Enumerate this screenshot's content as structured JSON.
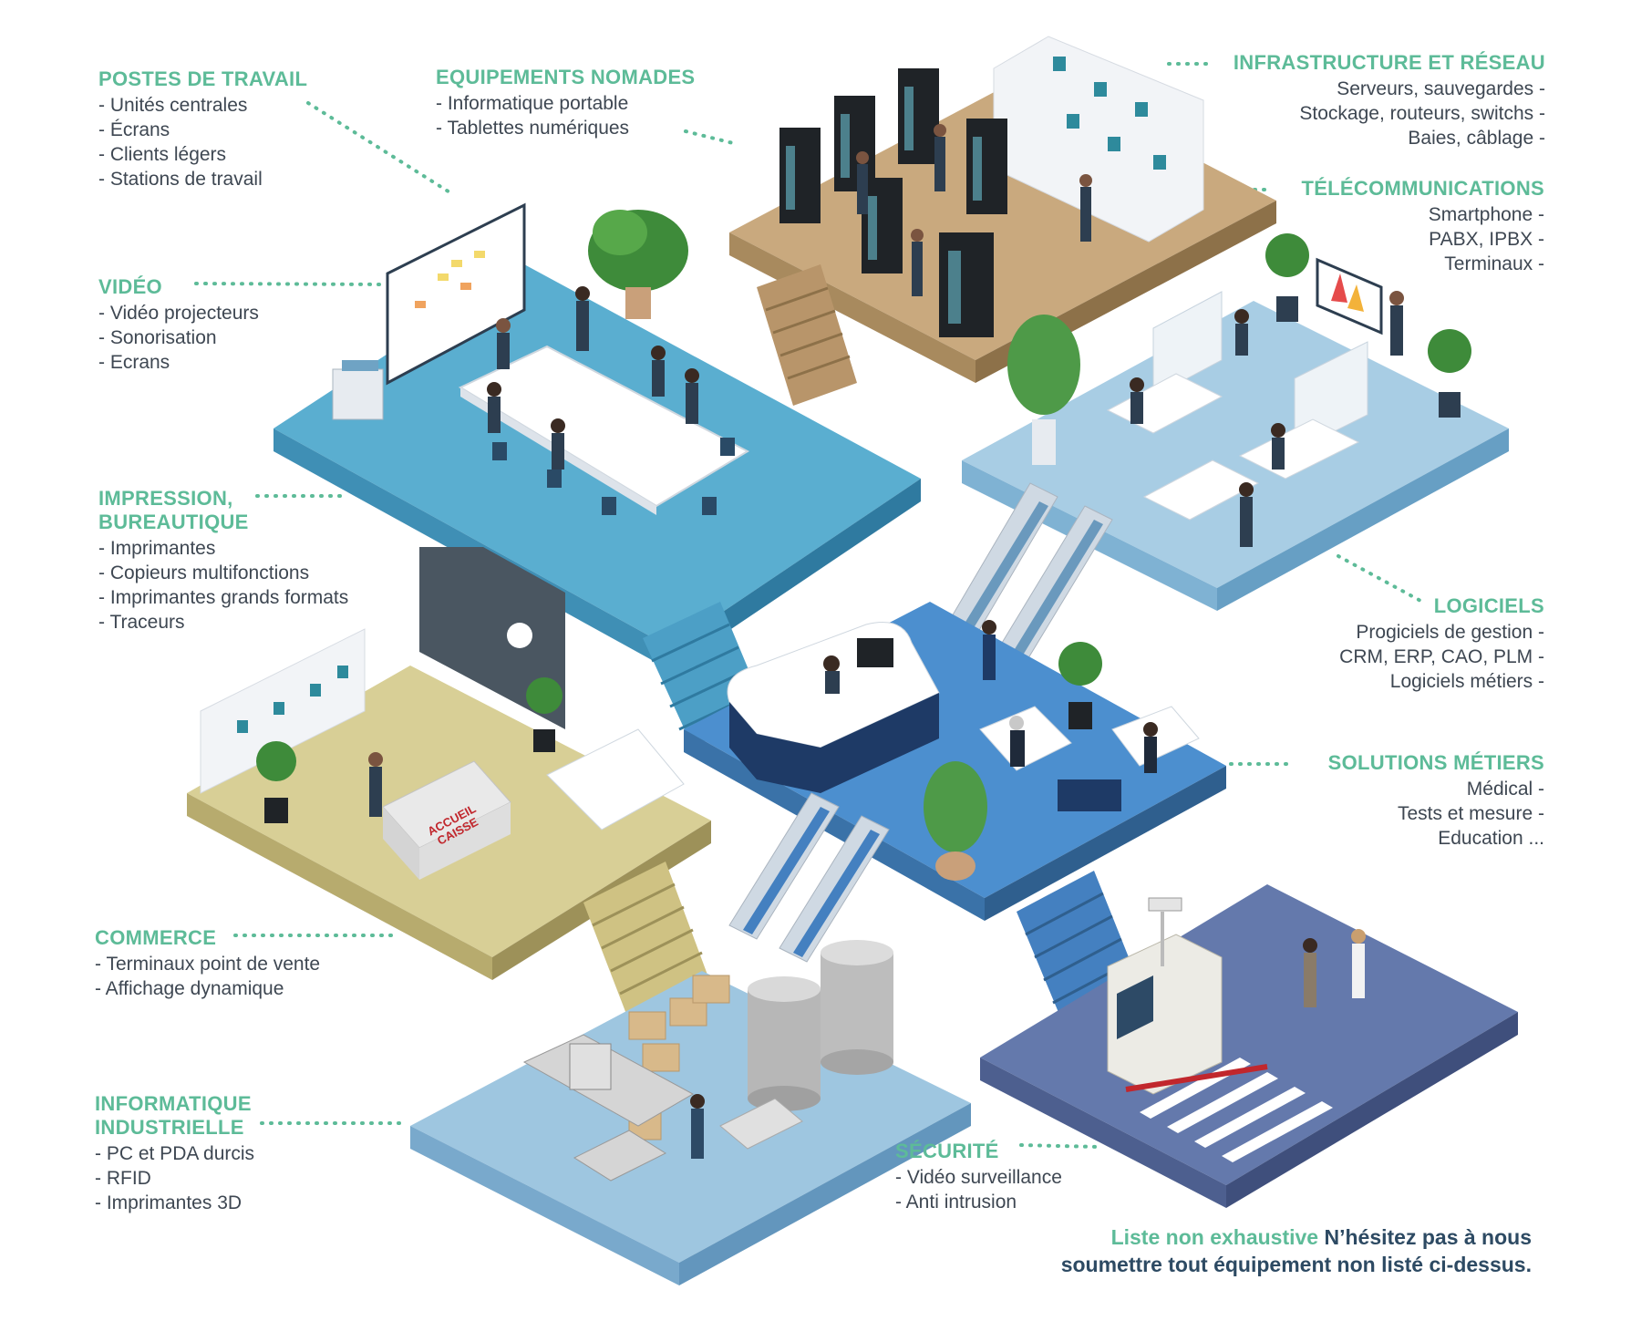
{
  "colors": {
    "accent": "#5dbb98",
    "text": "#3e4752",
    "footer_text": "#2d4a63",
    "floor_office": "#5aaed0",
    "floor_server": "#c9a97e",
    "floor_software": "#a8cde4",
    "floor_reception": "#4c8fcf",
    "floor_commerce": "#d8cf96",
    "floor_industrial": "#9ec6e0",
    "floor_security": "#6479ac"
  },
  "categories": [
    {
      "id": "postes",
      "title": "POSTES DE TRAVAIL",
      "items": [
        "- Unités centrales",
        "- Écrans",
        "- Clients légers",
        "- Stations de travail"
      ]
    },
    {
      "id": "nomades",
      "title": "EQUIPEMENTS NOMADES",
      "items": [
        "- Informatique portable",
        "- Tablettes numériques"
      ]
    },
    {
      "id": "infra",
      "title": "INFRASTRUCTURE ET RÉSEAU",
      "items": [
        "Serveurs, sauvegardes -",
        "Stockage, routeurs, switchs -",
        "Baies, câblage -"
      ]
    },
    {
      "id": "telecom",
      "title": "TÉLÉCOMMUNICATIONS",
      "items": [
        "Smartphone -",
        "PABX, IPBX -",
        "Terminaux -"
      ]
    },
    {
      "id": "video",
      "title": "VIDÉO",
      "items": [
        "- Vidéo projecteurs",
        "- Sonorisation",
        "- Ecrans"
      ]
    },
    {
      "id": "impression",
      "title_lines": [
        "IMPRESSION,",
        "BUREAUTIQUE"
      ],
      "items": [
        "- Imprimantes",
        "- Copieurs multifonctions",
        "- Imprimantes grands formats",
        "- Traceurs"
      ]
    },
    {
      "id": "logiciels",
      "title": "LOGICIELS",
      "items": [
        "Progiciels de gestion -",
        "CRM, ERP, CAO, PLM -",
        "Logiciels métiers -"
      ]
    },
    {
      "id": "solutions",
      "title": "SOLUTIONS MÉTIERS",
      "items": [
        "Médical -",
        "Tests et mesure -",
        "Education ..."
      ]
    },
    {
      "id": "commerce",
      "title": "COMMERCE",
      "items": [
        "- Terminaux point de vente",
        "- Affichage dynamique"
      ]
    },
    {
      "id": "industrie",
      "title_lines": [
        "INFORMATIQUE",
        "INDUSTRIELLE"
      ],
      "items": [
        "- PC et PDA durcis",
        "- RFID",
        "- Imprimantes 3D"
      ]
    },
    {
      "id": "securite",
      "title": "SÉCURITÉ",
      "items": [
        "- Vidéo surveillance",
        "- Anti intrusion"
      ]
    }
  ],
  "desk_sign": [
    "ACCUEIL",
    "CAISSE"
  ],
  "footer": {
    "accent": "Liste non exhaustive",
    "line1": " N’hésitez pas à nous",
    "line2": "soumettre tout équipement non listé ci-dessus."
  }
}
